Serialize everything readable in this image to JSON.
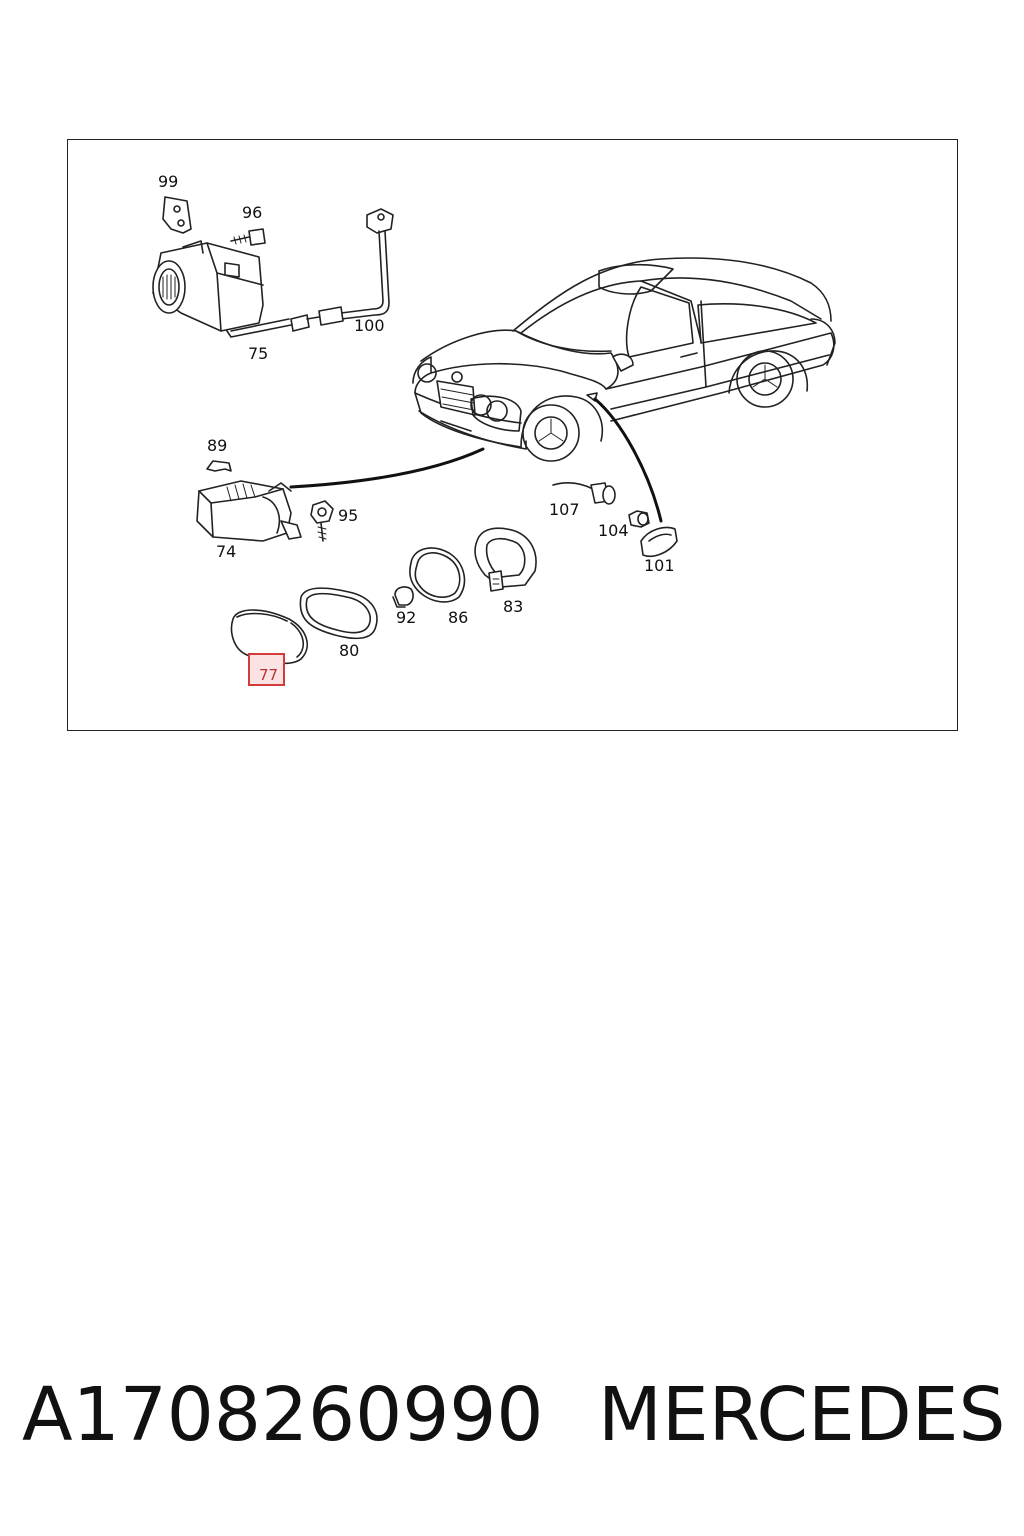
{
  "diagram": {
    "callouts": {
      "c99": "99",
      "c96": "96",
      "c100": "100",
      "c75": "75",
      "c89": "89",
      "c95": "95",
      "c74": "74",
      "c107": "107",
      "c104": "104",
      "c101": "101",
      "c92": "92",
      "c86": "86",
      "c83": "83",
      "c80": "80",
      "c77": "77"
    },
    "highlighted_callout": "77",
    "highlight_color": "#d23c3c"
  },
  "caption": {
    "part_number": "A1708260990",
    "brand": "MERCEDES"
  }
}
